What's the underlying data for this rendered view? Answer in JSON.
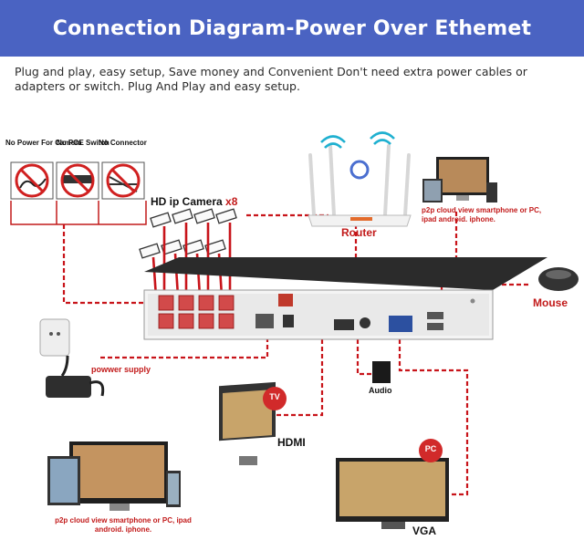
{
  "header": {
    "title": "Connection Diagram-Power Over Ethemet"
  },
  "intro": {
    "text": "Plug and play, easy setup, Save money and Convenient Don't need extra power cables or adapters or switch. Plug And Play and easy setup."
  },
  "no_items": [
    {
      "label": "No Power For Camera"
    },
    {
      "label": "No POE Switch"
    },
    {
      "label": "No Connector"
    }
  ],
  "labels": {
    "camera": "HD ip Camera",
    "camera_count": "x8",
    "router": "Router",
    "p2p_top": "p2p cloud view smartphone or PC, ipad android. iphone.",
    "mouse": "Mouse",
    "power": "powwer supply",
    "audio": "Audio",
    "hdmi": "HDMI",
    "tv_badge": "TV",
    "pc_badge": "PC",
    "vga": "VGA",
    "p2p_bottom": "p2p cloud view smartphone or PC, ipad android. iphone."
  },
  "colors": {
    "banner": "#4a63c2",
    "accent_red": "#c21a1a",
    "nvr_body": "#3a3a3a"
  }
}
